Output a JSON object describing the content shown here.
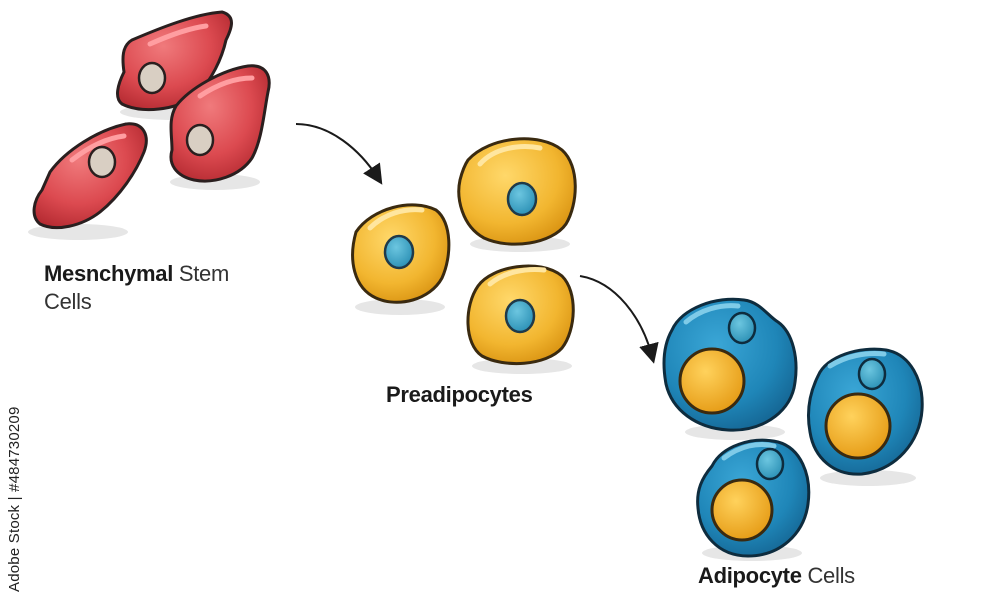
{
  "labels": {
    "msc_bold": "Mesnchymal",
    "msc_rest": " Stem",
    "msc_line2": "Cells",
    "preadipocytes": "Preadipocytes",
    "adipocyte_bold": "Adipocyte",
    "adipocyte_rest": " Cells"
  },
  "stock_id": "Adobe Stock | #484730209",
  "colors": {
    "msc_cell": "#d8464c",
    "msc_nucleus": "#d8cfc2",
    "pre_cell": "#f0b52d",
    "pre_nucleus": "#2d9dbf",
    "adipo_cell": "#1f86b8",
    "lipid": "#f0b22c",
    "outline": "#2a1f1f"
  }
}
